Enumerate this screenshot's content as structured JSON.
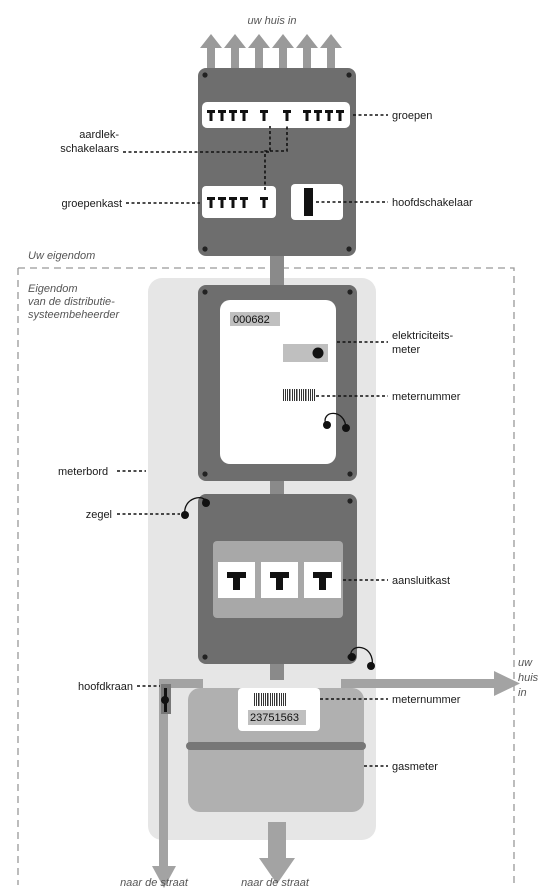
{
  "labels": {
    "top_caption": "uw huis in",
    "groepen": "groepen",
    "aardlek_line1": "aardlek-",
    "aardlek_line2": "schakelaars",
    "groepenkast": "groepenkast",
    "hoofdschakelaar": "hoofdschakelaar",
    "uw_eigendom": "Uw eigendom",
    "eigendom_line1": "Eigendom",
    "eigendom_line2": "van de distributie-",
    "eigendom_line3": "systeembeheerder",
    "elektriciteits_line1": "elektriciteits-",
    "elektriciteits_line2": "meter",
    "meternummer_top": "meternummer",
    "meterbord": "meterbord",
    "zegel": "zegel",
    "aansluitkast": "aansluitkast",
    "hoofdkraan": "hoofdkraan",
    "meternummer_bottom": "meternummer",
    "gasmeter": "gasmeter",
    "uw_huis_in_1": "uw",
    "uw_huis_in_2": "huis",
    "uw_huis_in_3": "in",
    "naar_de_straat_left": "naar de straat",
    "naar_de_straat_right": "naar de straat"
  },
  "readouts": {
    "electricity_meter_number": "000682",
    "gas_meter_number": "23751563"
  },
  "colors": {
    "dark_box": "#6e6e6e",
    "panel_white": "#ffffff",
    "meterbord_bg": "#e6e6e6",
    "pipe_gray": "#a3a3a3",
    "gasmeter_body": "#b0b0b0",
    "text": "#1a1a1a",
    "italic_text": "#555555"
  }
}
